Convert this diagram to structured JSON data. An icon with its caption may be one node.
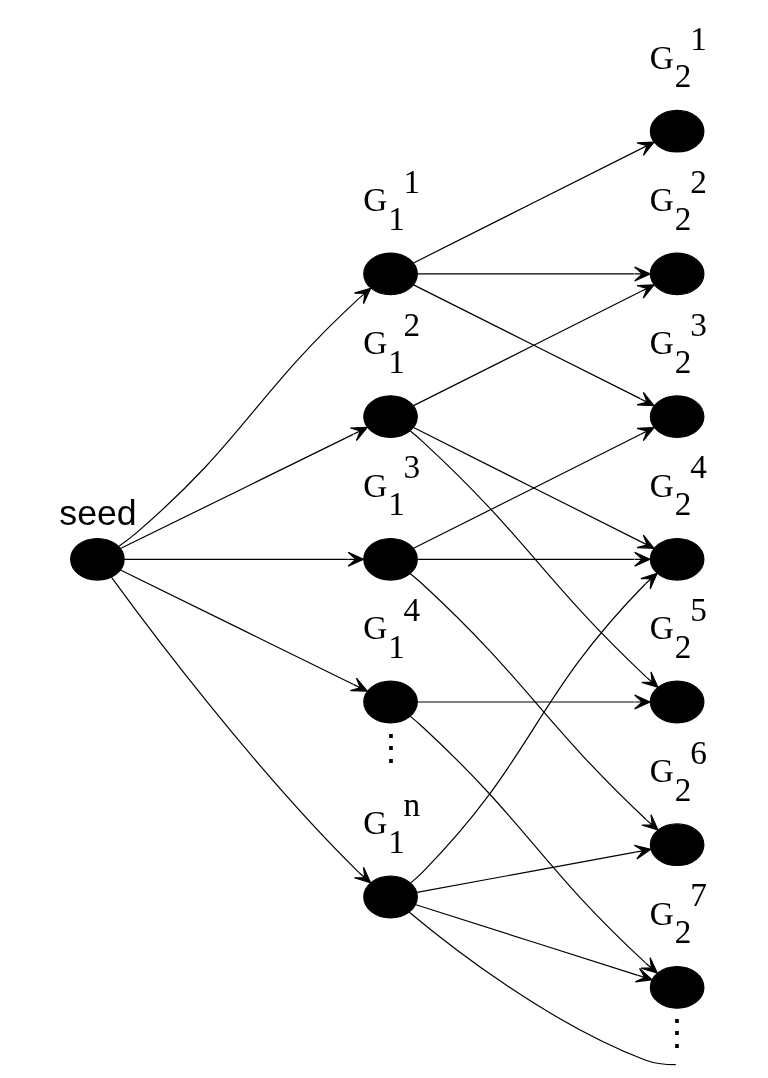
{
  "diagram": {
    "nodes": [
      {
        "text": [],
        "shape": "circle",
        "beside": [
          "seed"
        ]
      },
      {
        "text": [],
        "shape": "circle",
        "beside": [
          "G$_{1}$$^{1}$"
        ]
      },
      {
        "text": [],
        "shape": "circle",
        "beside": [
          "G$_{1}$$^{2}$"
        ]
      },
      {
        "text": [],
        "shape": "circle",
        "beside": [
          "G$_{1}$$^{3}$"
        ]
      },
      {
        "text": [],
        "shape": "circle",
        "beside": [
          "G$_{1}$$^{4}$"
        ]
      },
      {
        "text": [],
        "shape": "circle",
        "beside": [
          "G$_{1}$$^{n}$"
        ]
      },
      {
        "text": [],
        "shape": "circle",
        "beside": [
          "G$_{2}$$^{1}$"
        ]
      },
      {
        "text": [],
        "shape": "circle",
        "beside": [
          "G$_{2}$$^{2}$"
        ]
      },
      {
        "text": [],
        "shape": "circle",
        "beside": [
          "G$_{2}$$^{3}$"
        ]
      },
      {
        "text": [],
        "shape": "circle",
        "beside": [
          "G$_{2}$$^{4}$"
        ]
      },
      {
        "text": [],
        "shape": "circle",
        "beside": [
          "G$_{2}$$^{5}$"
        ]
      },
      {
        "text": [],
        "shape": "circle",
        "beside": [
          "G$_{2}$$^{6}$"
        ]
      },
      {
        "text": [],
        "shape": "circle",
        "beside": [
          "G$_{2}$$^{7}$"
        ]
      }
    ],
    "edges": [
      {
        "from": 0,
        "to": 1,
        "arrow": "to"
      },
      {
        "from": 0,
        "to": 2,
        "arrow": "to"
      },
      {
        "from": 0,
        "to": 3,
        "arrow": "to"
      },
      {
        "from": 0,
        "to": 4,
        "arrow": "to"
      },
      {
        "from": 0,
        "to": 5,
        "arrow": "to"
      },
      {
        "from": 1,
        "to": 6,
        "arrow": "to"
      },
      {
        "from": 1,
        "to": 7,
        "arrow": "to"
      },
      {
        "from": 1,
        "to": 8,
        "arrow": "to"
      },
      {
        "from": 2,
        "to": 7,
        "arrow": "to"
      },
      {
        "from": 2,
        "to": 9,
        "arrow": "to"
      },
      {
        "from": 2,
        "to": 10,
        "arrow": "to"
      },
      {
        "from": 3,
        "to": 8,
        "arrow": "to"
      },
      {
        "from": 3,
        "to": 9,
        "arrow": "to"
      },
      {
        "from": 3,
        "to": 11,
        "arrow": "to"
      },
      {
        "from": 4,
        "to": 10,
        "arrow": "to"
      },
      {
        "from": 4,
        "to": 12,
        "arrow": "to"
      },
      {
        "from": 5,
        "to": 9,
        "arrow": "to"
      },
      {
        "from": 5,
        "to": 11,
        "arrow": "to"
      },
      {
        "from": 5,
        "to": 12,
        "arrow": "to"
      },
      {
        "from": 5,
        "to": null,
        "arrow": "none"
      }
    ],
    "labels": [
      "⋮",
      "⋮"
    ]
  }
}
